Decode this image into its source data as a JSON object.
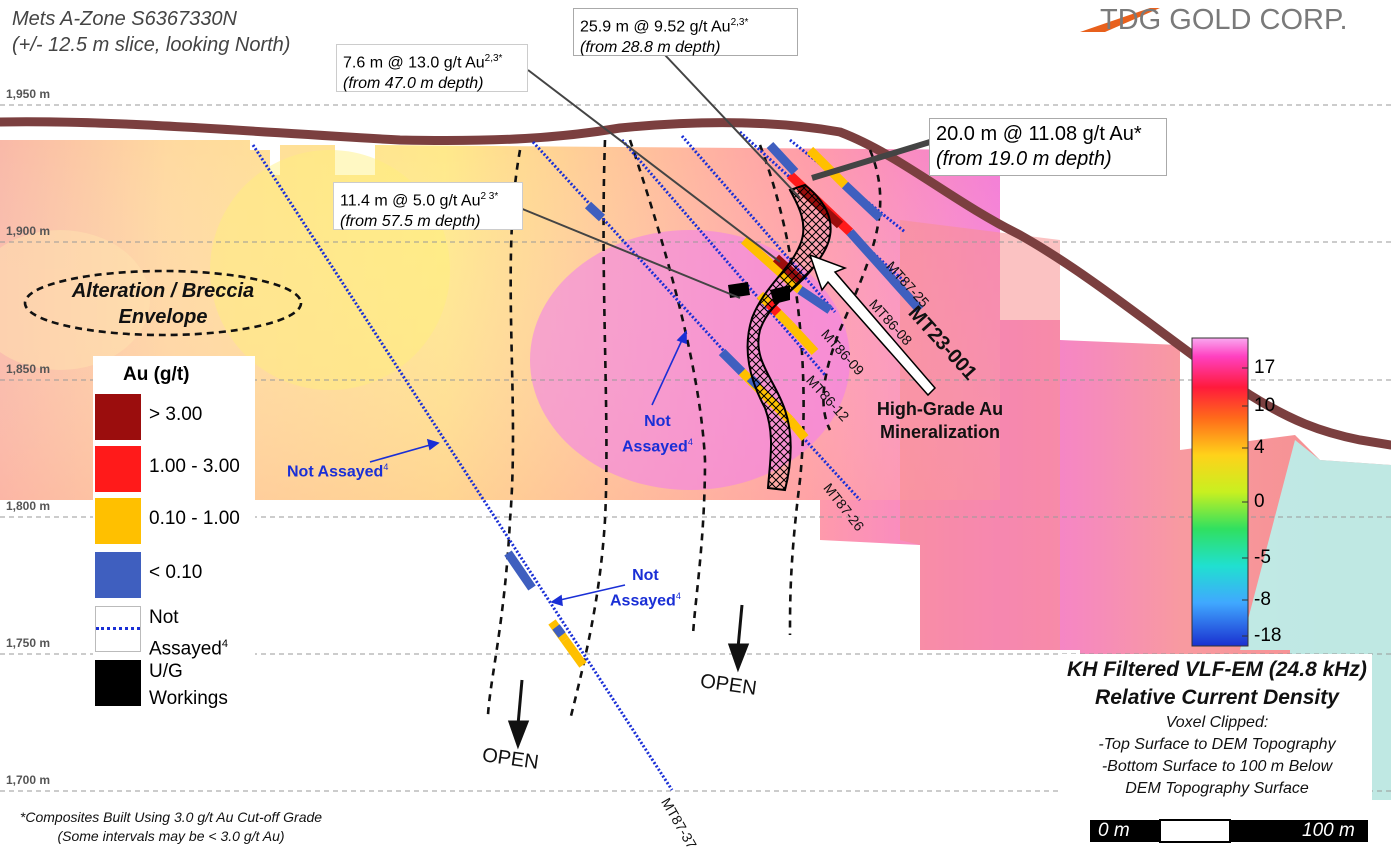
{
  "title": {
    "line1": "Mets A-Zone  S6367330N",
    "line2": "(+/- 12.5 m slice, looking North)"
  },
  "logo": {
    "text": "TDG GOLD CORP.",
    "accent_color": "#e8601c"
  },
  "elevations": [
    "1,950 m",
    "1,900 m",
    "1,850 m",
    "1,800 m",
    "1,750 m",
    "1,700 m"
  ],
  "callouts": {
    "c1": {
      "main": "25.9 m @ 9.52 g/t Au",
      "sup": "2,3*",
      "depth": "(from 28.8 m depth)"
    },
    "c2": {
      "main": "7.6 m @ 13.0 g/t Au",
      "sup": "2,3*",
      "depth": "(from 47.0 m depth)"
    },
    "c3": {
      "main": "11.4 m @ 5.0 g/t Au",
      "sup": "2 3*",
      "depth": "(from 57.5 m depth)"
    },
    "c4": {
      "main": "20.0 m @ 11.08 g/t Au*",
      "depth": "(from 19.0 m depth)"
    }
  },
  "drillholes": [
    "MT87-25",
    "MT86-08",
    "MT23-001",
    "MT86-09",
    "MT86-12",
    "MT87-26",
    "MT87-37"
  ],
  "labels": {
    "alteration_line1": "Alteration / Breccia",
    "alteration_line2": "Envelope",
    "high_grade_line1": "High-Grade Au",
    "high_grade_line2": "Mineralization",
    "not_assayed_a": "Not Assayed",
    "not_assayed_b_line1": "Not",
    "not_assayed_b_line2": "Assayed",
    "not_assayed_c_line1": "Not",
    "not_assayed_c_line2": "Assayed",
    "not_assayed_sup": "4",
    "open": "OPEN"
  },
  "legend": {
    "title": "Au (g/t)",
    "items": [
      {
        "label": "> 3.00",
        "color": "#9b0d0d"
      },
      {
        "label": "1.00 - 3.00",
        "color": "#ff1a1a"
      },
      {
        "label": "0.10 - 1.00",
        "color": "#ffc000"
      },
      {
        "label": "< 0.10",
        "color": "#3f5fbf"
      }
    ],
    "not_assayed_line1": "Not",
    "not_assayed_line2": "Assayed",
    "not_assayed_sup": "4",
    "workings_line1": "U/G",
    "workings_line2": "Workings"
  },
  "colorbar": {
    "ticks": [
      "17",
      "10",
      "4",
      "0",
      "-5",
      "-8",
      "-18"
    ],
    "title_line1": "KH Filtered VLF-EM (24.8 kHz)",
    "title_line2": "Relative Current Density",
    "note_line1": "Voxel Clipped:",
    "note_line2": "-Top Surface to DEM Topography",
    "note_line3": "-Bottom Surface to 100 m Below",
    "note_line4": "DEM Topography Surface"
  },
  "scale_bar": {
    "start": "0 m",
    "end": "100 m"
  },
  "footnote": {
    "line1": "*Composites Built Using 3.0 g/t Au Cut-off Grade",
    "line2": "(Some intervals may be < 3.0 g/t Au)"
  },
  "colors": {
    "topography": "#7b3f3f",
    "assay_blue": "#1a2fd6",
    "high": "#9b0d0d",
    "medium": "#ff1a1a",
    "low": "#ffc000",
    "trace": "#3f5fbf"
  }
}
